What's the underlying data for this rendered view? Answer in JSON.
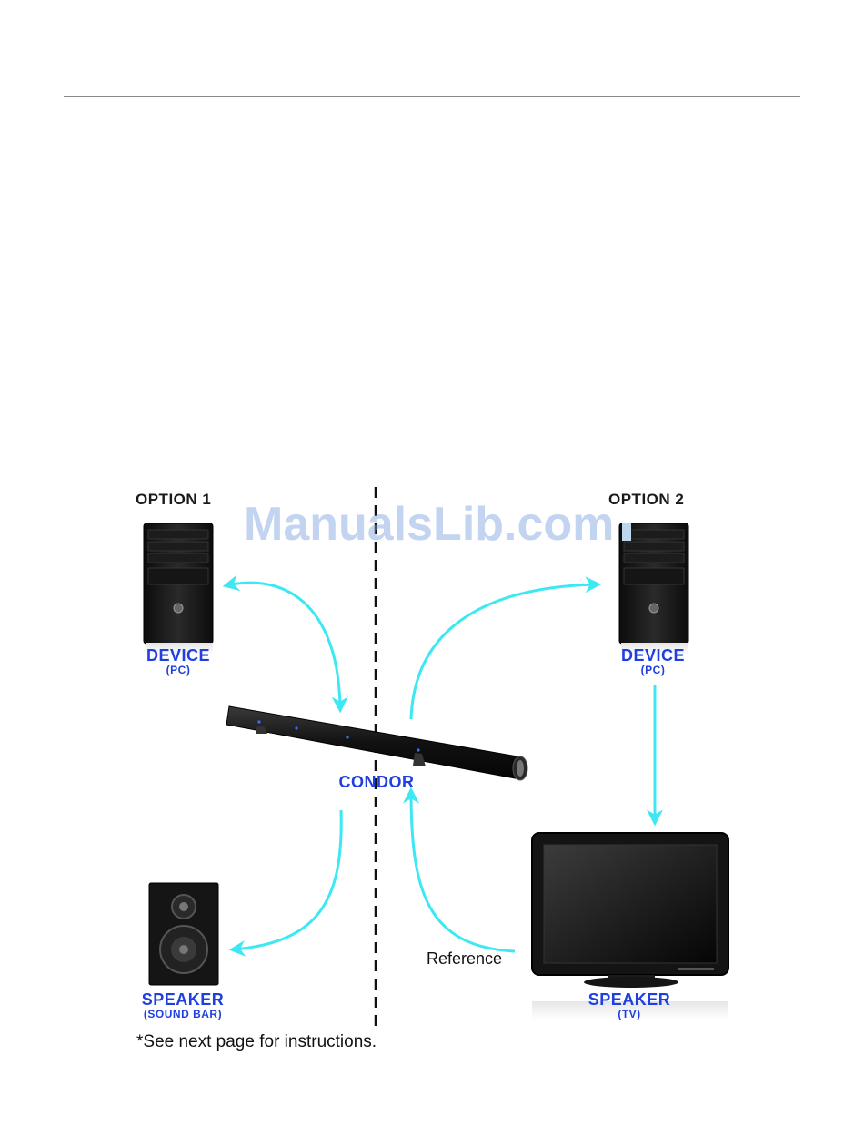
{
  "diagram": {
    "option1_label": "OPTION 1",
    "option2_label": "OPTION 2",
    "watermark": "ManualsLib.com",
    "option1_device": {
      "title": "DEVICE",
      "sub": "(PC)"
    },
    "option2_device": {
      "title": "DEVICE",
      "sub": "(PC)"
    },
    "center_label": "CONDOR",
    "option1_speaker": {
      "title": "SPEAKER",
      "sub": "(SOUND BAR)"
    },
    "option2_speaker": {
      "title": "SPEAKER",
      "sub": "(TV)"
    },
    "reference_label": "Reference",
    "footnote": "*See next page for instructions."
  },
  "colors": {
    "arrow": "#3de8f2",
    "label": "#1f3fe0",
    "rule": "#8a8a8a"
  }
}
